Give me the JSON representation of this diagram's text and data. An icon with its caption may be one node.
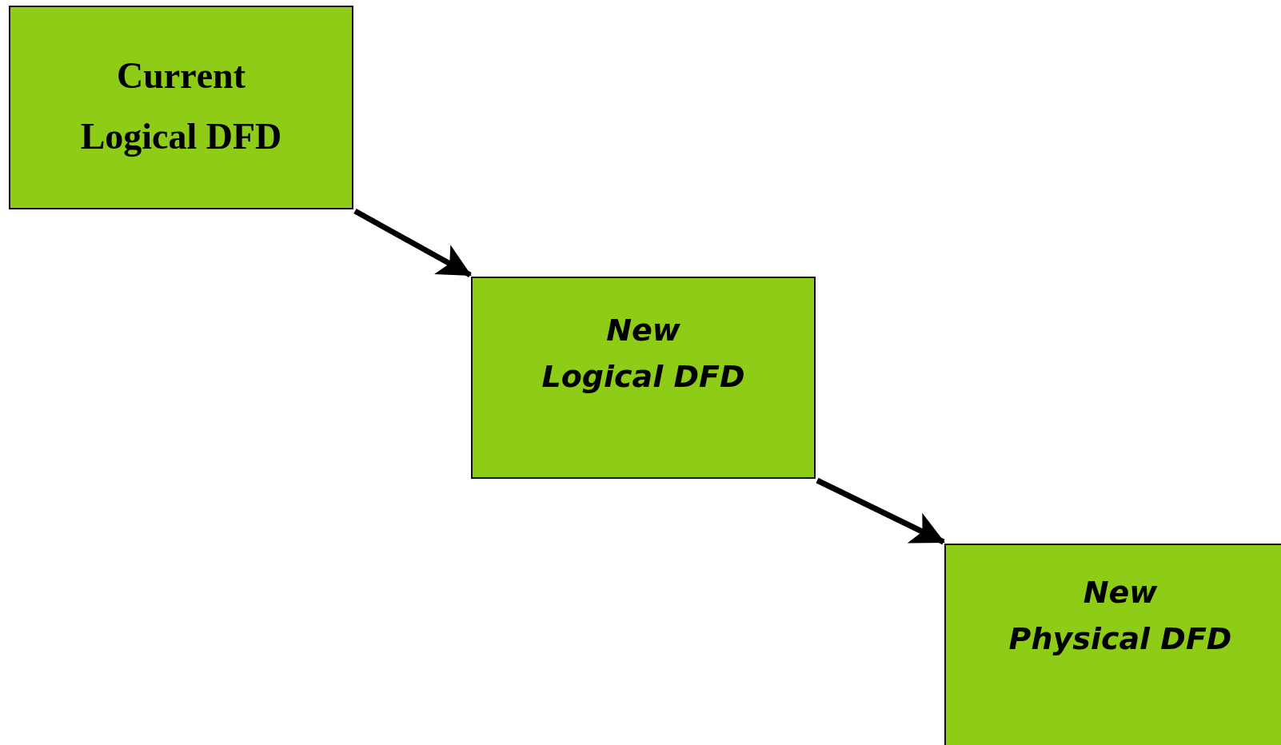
{
  "diagram": {
    "nodes": [
      {
        "text": [
          "Current Logical DFD"
        ]
      },
      {
        "text": [
          "New Logical DFD"
        ]
      },
      {
        "text": [
          "New Physical DFD"
        ]
      }
    ],
    "edges": [
      {
        "from": 0,
        "to": 1,
        "arrow": "to"
      },
      {
        "from": 1,
        "to": 2,
        "arrow": "to"
      }
    ]
  }
}
